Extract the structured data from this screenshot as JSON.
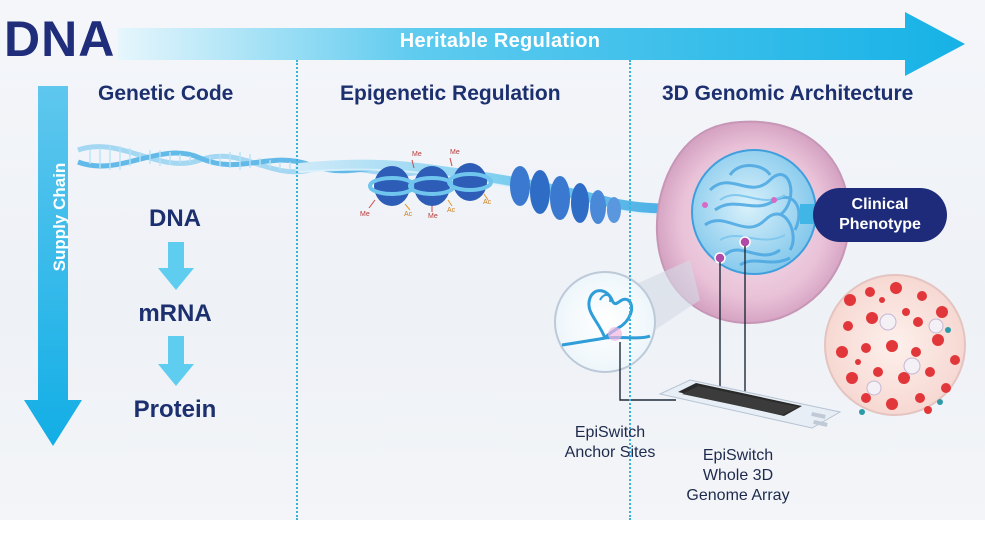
{
  "title": "DNA",
  "heritable_label": "Heritable Regulation",
  "supply_chain_label": "Supply Chain",
  "columns": {
    "genetic": "Genetic Code",
    "epigenetic": "Epigenetic Regulation",
    "architecture": "3D Genomic Architecture"
  },
  "flow": [
    "DNA",
    "mRNA",
    "Protein"
  ],
  "clinical": [
    "Clinical",
    "Phenotype"
  ],
  "anchor_label": [
    "EpiSwitch",
    "Anchor Sites"
  ],
  "array_label": [
    "EpiSwitch",
    "Whole 3D",
    "Genome Array"
  ],
  "modifications": {
    "me": "Me",
    "ac": "Ac"
  },
  "colors": {
    "navy": "#1e2b7a",
    "arrow_cyan": "#22b6e6",
    "helix_blue": "#6cc3ec",
    "nucleosome": "#2f5fb8",
    "cell_pink": "#f1c9dc"
  }
}
